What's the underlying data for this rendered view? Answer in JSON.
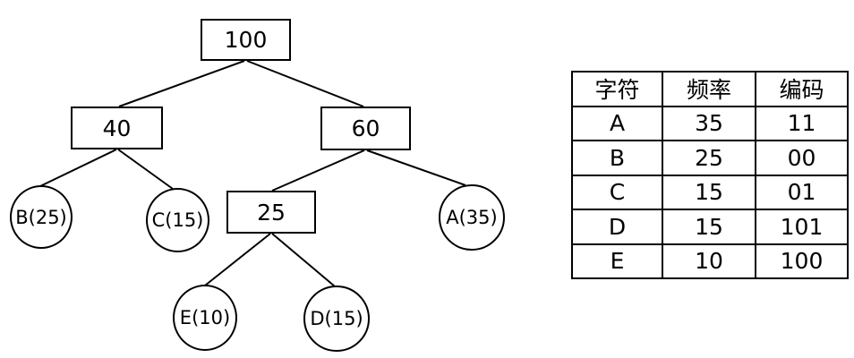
{
  "diagram": {
    "title": "huffman-tree",
    "tree": {
      "nodes": {
        "root": "100",
        "sum40": "40",
        "sum60": "60",
        "sum25": "25",
        "leaf_b": "B(25)",
        "leaf_c": "C(15)",
        "leaf_a": "A(35)",
        "leaf_e": "E(10)",
        "leaf_d": "D(15)"
      },
      "edges": [
        [
          "100",
          "40"
        ],
        [
          "100",
          "60"
        ],
        [
          "40",
          "B(25)"
        ],
        [
          "40",
          "C(15)"
        ],
        [
          "60",
          "25"
        ],
        [
          "60",
          "A(35)"
        ],
        [
          "25",
          "E(10)"
        ],
        [
          "25",
          "D(15)"
        ]
      ]
    }
  },
  "table": {
    "headers": [
      "字符",
      "频率",
      "编码"
    ],
    "rows": [
      [
        "A",
        "35",
        "11"
      ],
      [
        "B",
        "25",
        "00"
      ],
      [
        "C",
        "15",
        "01"
      ],
      [
        "D",
        "15",
        "101"
      ],
      [
        "E",
        "10",
        "100"
      ]
    ]
  },
  "colors": {
    "line": "#000000",
    "text": "#000000",
    "background": "#ffffff"
  }
}
